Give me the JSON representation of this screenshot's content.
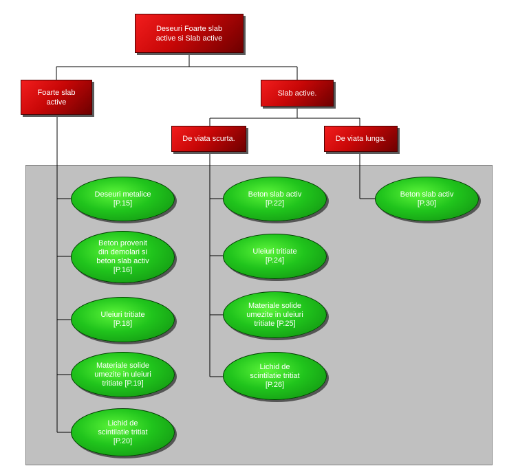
{
  "diagram": {
    "root": {
      "label": "Deseuri Foarte slab\nactive si Slab active"
    },
    "branch_foarte": {
      "label": "Foarte slab\nactive"
    },
    "branch_slab": {
      "label": "Slab active."
    },
    "sub_scurta": {
      "label": "De viata scurta."
    },
    "sub_lunga": {
      "label": "De viata lunga."
    },
    "foarte_items": [
      {
        "label": "Deseuri metalice\n[P.15]"
      },
      {
        "label": "Beton provenit\ndin demolari si\nbeton slab activ\n[P.16]"
      },
      {
        "label": "Uleiuri tritiate\n[P.18]"
      },
      {
        "label": "Materiale solide\numezite in uleiuri\ntritiate [P.19]"
      },
      {
        "label": "Lichid de\nscintilatie tritiat\n[P.20]"
      }
    ],
    "scurta_items": [
      {
        "label": "Beton slab activ\n[P.22]"
      },
      {
        "label": "Uleiuri tritiate\n[P.24]"
      },
      {
        "label": "Materiale solide\numezite in uleiuri\ntritiate [P.25]"
      },
      {
        "label": "Lichid de\nscintilatie tritiat\n[P.26]"
      }
    ],
    "lunga_items": [
      {
        "label": "Beton slab activ\n[P.30]"
      }
    ],
    "colors": {
      "box_red": "#c80707",
      "ellipse_green": "#20c41c",
      "panel_gray": "#c0c0c0",
      "connector": "#000000"
    }
  }
}
